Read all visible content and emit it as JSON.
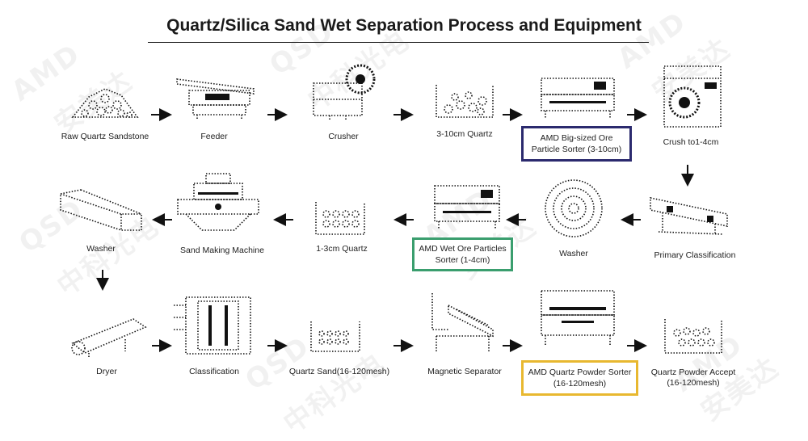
{
  "title": "Quartz/Silica Sand Wet Separation Process and Equipment",
  "watermark": {
    "latin": "AMD",
    "cn1": "安美达",
    "latin2": "QSD",
    "cn2": "中科光电"
  },
  "colors": {
    "sorter_big": "#2b2a6e",
    "sorter_wet": "#3a9e6e",
    "sorter_powder": "#e8b830"
  },
  "rows": [
    [
      {
        "id": "raw",
        "label": "Raw Quartz Sandstone"
      },
      {
        "id": "feeder",
        "label": "Feeder"
      },
      {
        "id": "crusher",
        "label": "Crusher"
      },
      {
        "id": "q310",
        "label": "3-10cm Quartz"
      },
      {
        "id": "sorter_big",
        "label_lines": [
          "AMD Big-sized Ore",
          "Particle  Sorter (3-10cm)"
        ]
      },
      {
        "id": "crush14",
        "label": "Crush to1-4cm"
      }
    ],
    [
      {
        "id": "primary",
        "label": "Primary Classification"
      },
      {
        "id": "washer1",
        "label": "Washer"
      },
      {
        "id": "sorter_wet",
        "label_lines": [
          "AMD Wet Ore Particles",
          "Sorter (1-4cm)"
        ]
      },
      {
        "id": "q13",
        "label": "1-3cm Quartz"
      },
      {
        "id": "sandmaking",
        "label": "Sand Making Machine"
      },
      {
        "id": "washer2",
        "label": "Washer"
      }
    ],
    [
      {
        "id": "dryer",
        "label": "Dryer"
      },
      {
        "id": "classification",
        "label": "Classification"
      },
      {
        "id": "quartzsand",
        "label": "Quartz Sand(16-120mesh)"
      },
      {
        "id": "magnetic",
        "label": "Magnetic Separator"
      },
      {
        "id": "sorter_powder",
        "label_lines": [
          "AMD Quartz Powder Sorter",
          "(16-120mesh)"
        ]
      },
      {
        "id": "accept",
        "label_lines": [
          "Quartz Powder  Accept",
          "(16-120mesh)"
        ]
      }
    ]
  ]
}
